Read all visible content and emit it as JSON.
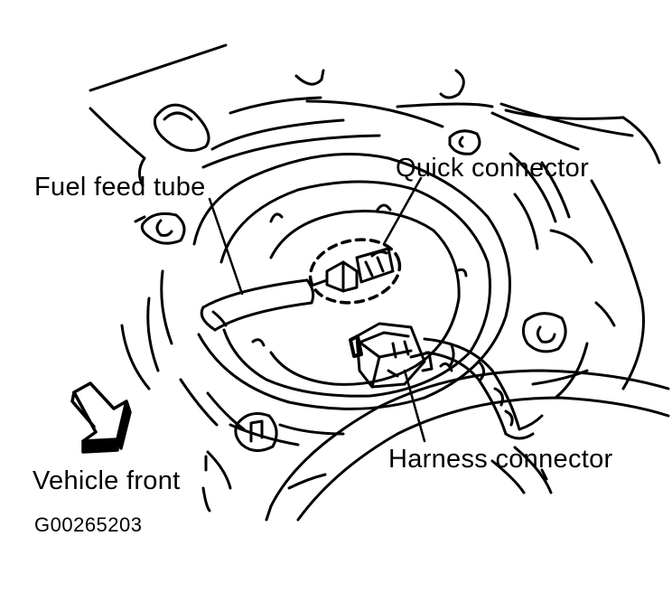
{
  "labels": {
    "fuel_feed_tube": "Fuel feed tube",
    "quick_connector": "Quick connector",
    "harness_connector": "Harness connector",
    "vehicle_front": "Vehicle front",
    "figure_code": "G00265203"
  },
  "colors": {
    "ink": "#000000",
    "paper": "#ffffff"
  }
}
